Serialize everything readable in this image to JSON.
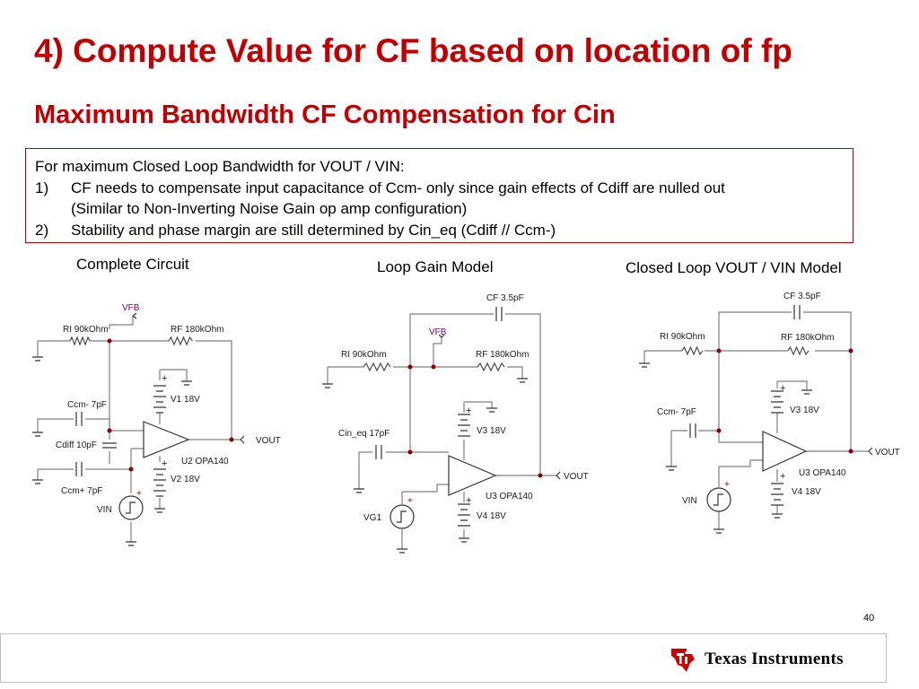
{
  "title": "4) Compute Value for CF based on location of fp",
  "subtitle": "Maximum Bandwidth CF Compensation for Cin",
  "notes": {
    "intro": "For maximum Closed Loop Bandwidth for VOUT / VIN:",
    "item1_num": "1)",
    "item1_line1": "CF needs to compensate input capacitance of Ccm- only since gain effects of Cdiff are nulled out",
    "item1_line2": "(Similar to Non-Inverting Noise Gain op amp configuration)",
    "item2_num": "2)",
    "item2_text": "Stability and phase margin are still determined by Cin_eq (Cdiff // Ccm-)"
  },
  "captions": {
    "complete": "Complete Circuit",
    "loop_gain": "Loop Gain Model",
    "closed_loop": "Closed Loop VOUT / VIN Model"
  },
  "circuit1": {
    "vfb": "VFB",
    "ri": "RI 90kOhm",
    "rf": "RF 180kOhm",
    "ccm_minus": "Ccm- 7pF",
    "cdiff": "Cdiff 10pF",
    "ccm_plus": "Ccm+ 7pF",
    "v1": "V1 18V",
    "v2": "V2 18V",
    "u2": "U2 OPA140",
    "vout": "VOUT",
    "vin": "VIN"
  },
  "circuit2": {
    "cf": "CF 3.5pF",
    "vfb": "VFB",
    "ri": "RI 90kOhm",
    "rf": "RF 180kOhm",
    "cin_eq": "Cin_eq 17pF",
    "v3": "V3 18V",
    "v4": "V4 18V",
    "u3": "U3 OPA140",
    "vout": "VOUT",
    "vg1": "VG1"
  },
  "circuit3": {
    "cf": "CF 3.5pF",
    "ri": "RI 90kOhm",
    "rf": "RF 180kOhm",
    "ccm_minus": "Ccm- 7pF",
    "v3": "V3 18V",
    "v4": "V4 18V",
    "u3": "U3 OPA140",
    "vout": "VOUT",
    "vin": "VIN"
  },
  "colors": {
    "title": "#c00000",
    "wire": "#7f7f7f",
    "node": "#8b0000",
    "label_vfb": "#800080",
    "ti_red": "#cc0000"
  },
  "page_number": "40",
  "footer": {
    "logo_icon": "ti-logo-icon",
    "company": "Texas Instruments"
  }
}
